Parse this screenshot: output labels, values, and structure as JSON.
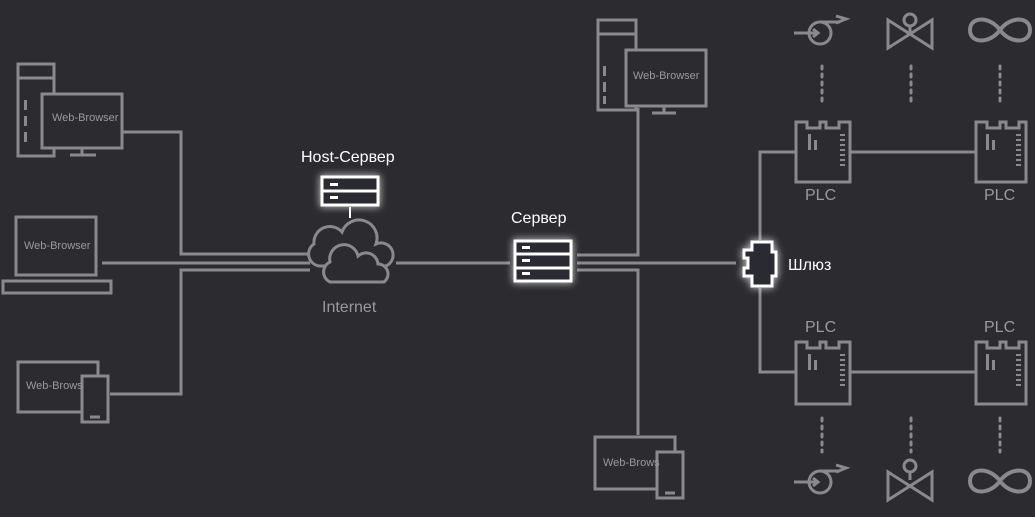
{
  "labels": {
    "host_server": "Host-Сервер",
    "internet": "Internet",
    "server": "Сервер",
    "gateway": "Шлюз",
    "plc": "PLC",
    "web_browser": "Web-Browser",
    "web_browser_short": "Web-Brows"
  },
  "icons": {
    "host_server": "server-rack-icon",
    "server": "server-rack-icon",
    "internet": "cloud-icon",
    "gateway": "gateway-icon",
    "plc": "plc-module-icon",
    "desktop": "desktop-computer-icon",
    "laptop": "laptop-icon",
    "tablet": "tablet-phone-icon",
    "pump": "pump-icon",
    "valve": "valve-icon",
    "flowmeter": "flowmeter-icon"
  },
  "colors": {
    "background": "#2b2b30",
    "line": "#8a8a8e",
    "highlight": "#ffffff"
  }
}
